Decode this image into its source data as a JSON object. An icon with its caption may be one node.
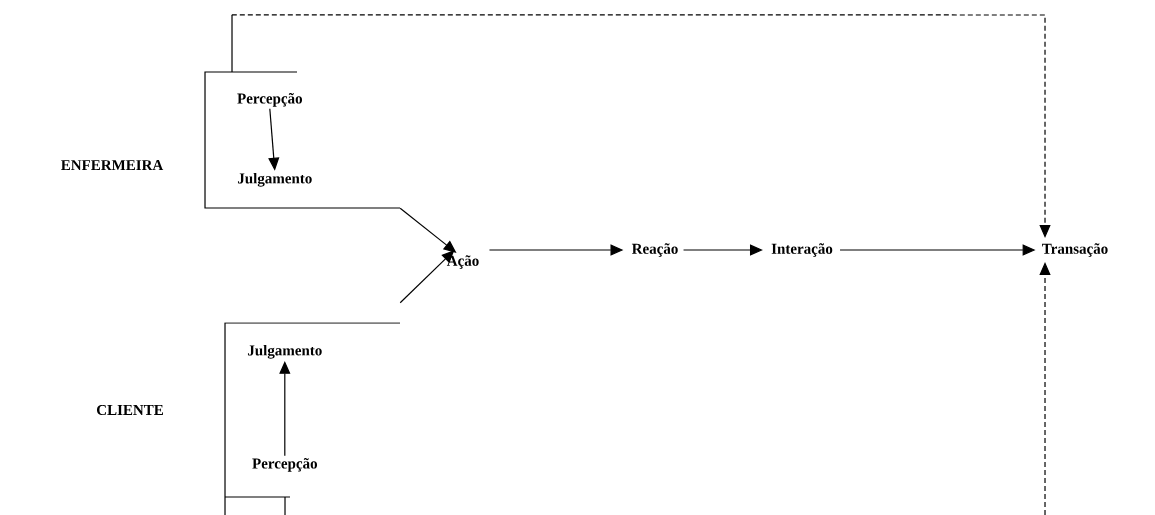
{
  "diagram": {
    "nodes": [
      {
        "text": [],
        "shape": "box"
      },
      {
        "text": [
          "Percepção"
        ],
        "in": 0
      },
      {
        "text": [
          "Julgamento"
        ],
        "in": 0
      },
      {
        "text": [],
        "shape": "box"
      },
      {
        "text": [
          "Julgamento"
        ],
        "in": 3
      },
      {
        "text": [
          "Percepção"
        ],
        "in": 3
      },
      {
        "text": [
          "Ação"
        ]
      },
      {
        "text": [
          "Reação"
        ]
      },
      {
        "text": [
          "Interação"
        ]
      },
      {
        "text": [
          "Transação"
        ]
      }
    ],
    "edges": [
      {
        "from": 1,
        "to": 2,
        "arrow": "to"
      },
      {
        "from": 5,
        "to": 4,
        "arrow": "to"
      },
      {
        "from": 0,
        "to": 6,
        "arrow": "to"
      },
      {
        "from": 3,
        "to": 6,
        "arrow": "to"
      },
      {
        "from": 6,
        "to": 7,
        "arrow": "to"
      },
      {
        "from": 7,
        "to": 8,
        "arrow": "to"
      },
      {
        "from": 8,
        "to": 9,
        "arrow": "to"
      },
      {
        "from": 0,
        "to": 9,
        "arrow": "to",
        "style": "dashed"
      },
      {
        "from": null,
        "to": 9,
        "arrow": "to",
        "style": "dashed"
      }
    ],
    "labels": [
      "ENFERMEIRA",
      "CLIENTE"
    ]
  }
}
